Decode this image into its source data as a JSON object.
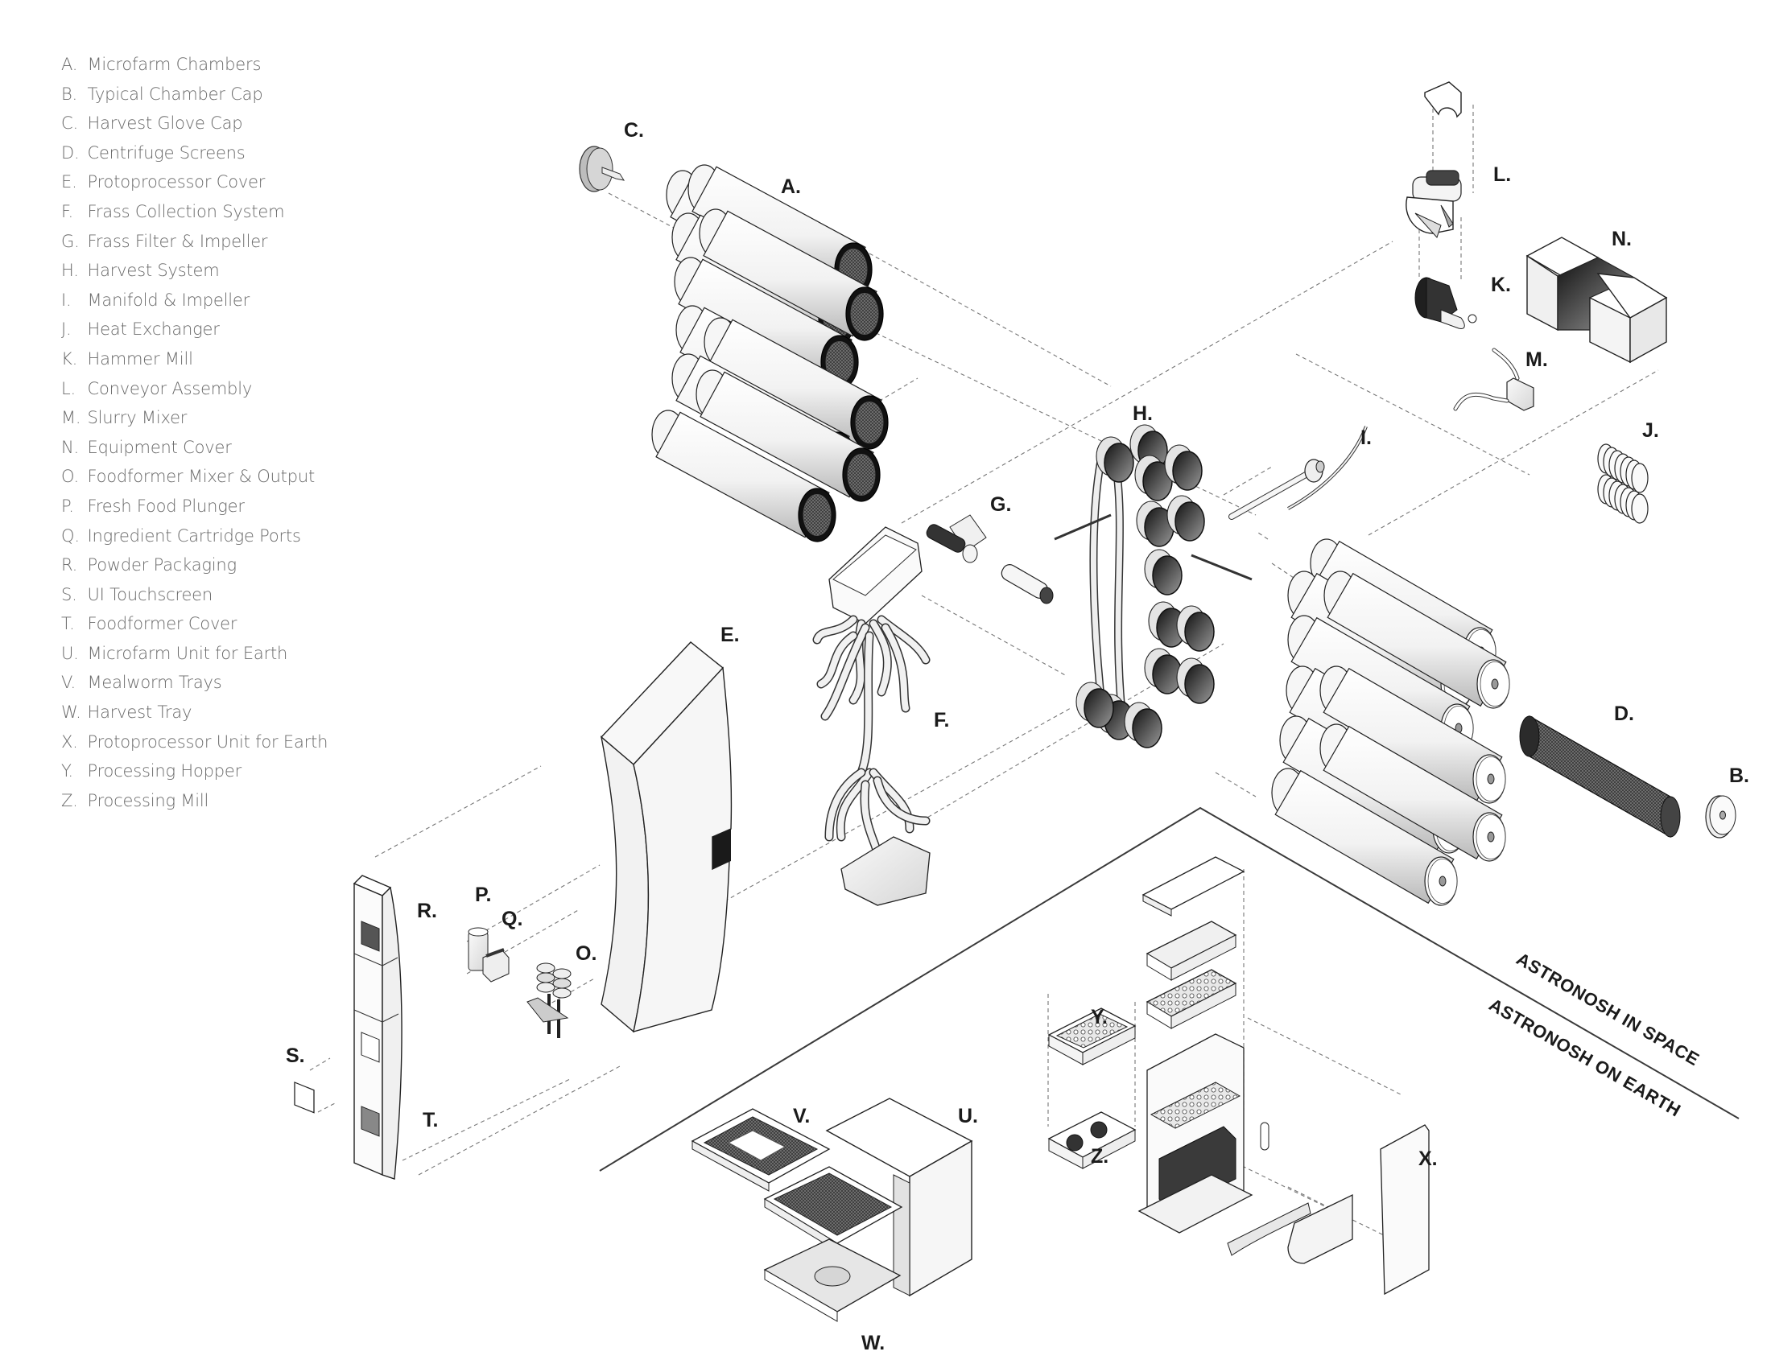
{
  "legend": [
    {
      "letter": "A.",
      "name": "Microfarm Chambers"
    },
    {
      "letter": "B.",
      "name": "Typical Chamber Cap"
    },
    {
      "letter": "C.",
      "name": "Harvest Glove Cap"
    },
    {
      "letter": "D.",
      "name": "Centrifuge Screens"
    },
    {
      "letter": "E.",
      "name": "Protoprocessor Cover"
    },
    {
      "letter": "F.",
      "name": "Frass Collection System"
    },
    {
      "letter": "G.",
      "name": "Frass Filter & Impeller"
    },
    {
      "letter": "H.",
      "name": "Harvest System"
    },
    {
      "letter": "I.",
      "name": "Manifold & Impeller"
    },
    {
      "letter": "J.",
      "name": "Heat Exchanger"
    },
    {
      "letter": "K.",
      "name": "Hammer Mill"
    },
    {
      "letter": "L.",
      "name": "Conveyor Assembly"
    },
    {
      "letter": "M.",
      "name": "Slurry Mixer"
    },
    {
      "letter": "N.",
      "name": "Equipment Cover"
    },
    {
      "letter": "O.",
      "name": "Foodformer Mixer & Output"
    },
    {
      "letter": "P.",
      "name": "Fresh Food Plunger"
    },
    {
      "letter": "Q.",
      "name": "Ingredient Cartridge Ports"
    },
    {
      "letter": "R.",
      "name": "Powder Packaging"
    },
    {
      "letter": "S.",
      "name": "UI Touchscreen"
    },
    {
      "letter": "T.",
      "name": "Foodformer Cover"
    },
    {
      "letter": "U.",
      "name": "Microfarm Unit for Earth"
    },
    {
      "letter": "V.",
      "name": "Mealworm Trays"
    },
    {
      "letter": "W.",
      "name": "Harvest Tray"
    },
    {
      "letter": "X.",
      "name": "Protoprocessor Unit for Earth"
    },
    {
      "letter": "Y.",
      "name": "Processing Hopper"
    },
    {
      "letter": "Z.",
      "name": "Processing Mill"
    }
  ],
  "callouts": {
    "A": "A.",
    "B": "B.",
    "C": "C.",
    "D": "D.",
    "E": "E.",
    "F": "F.",
    "G": "G.",
    "H": "H.",
    "I": "I.",
    "J": "J.",
    "K": "K.",
    "L": "L.",
    "M": "M.",
    "N": "N.",
    "O": "O.",
    "P": "P.",
    "Q": "Q.",
    "R": "R.",
    "S": "S.",
    "T": "T.",
    "U": "U.",
    "V": "V.",
    "W": "W.",
    "X": "X.",
    "Y": "Y.",
    "Z": "Z."
  },
  "regions": {
    "space": "ASTRONOSH IN SPACE",
    "earth": "ASTRONOSH ON EARTH"
  }
}
